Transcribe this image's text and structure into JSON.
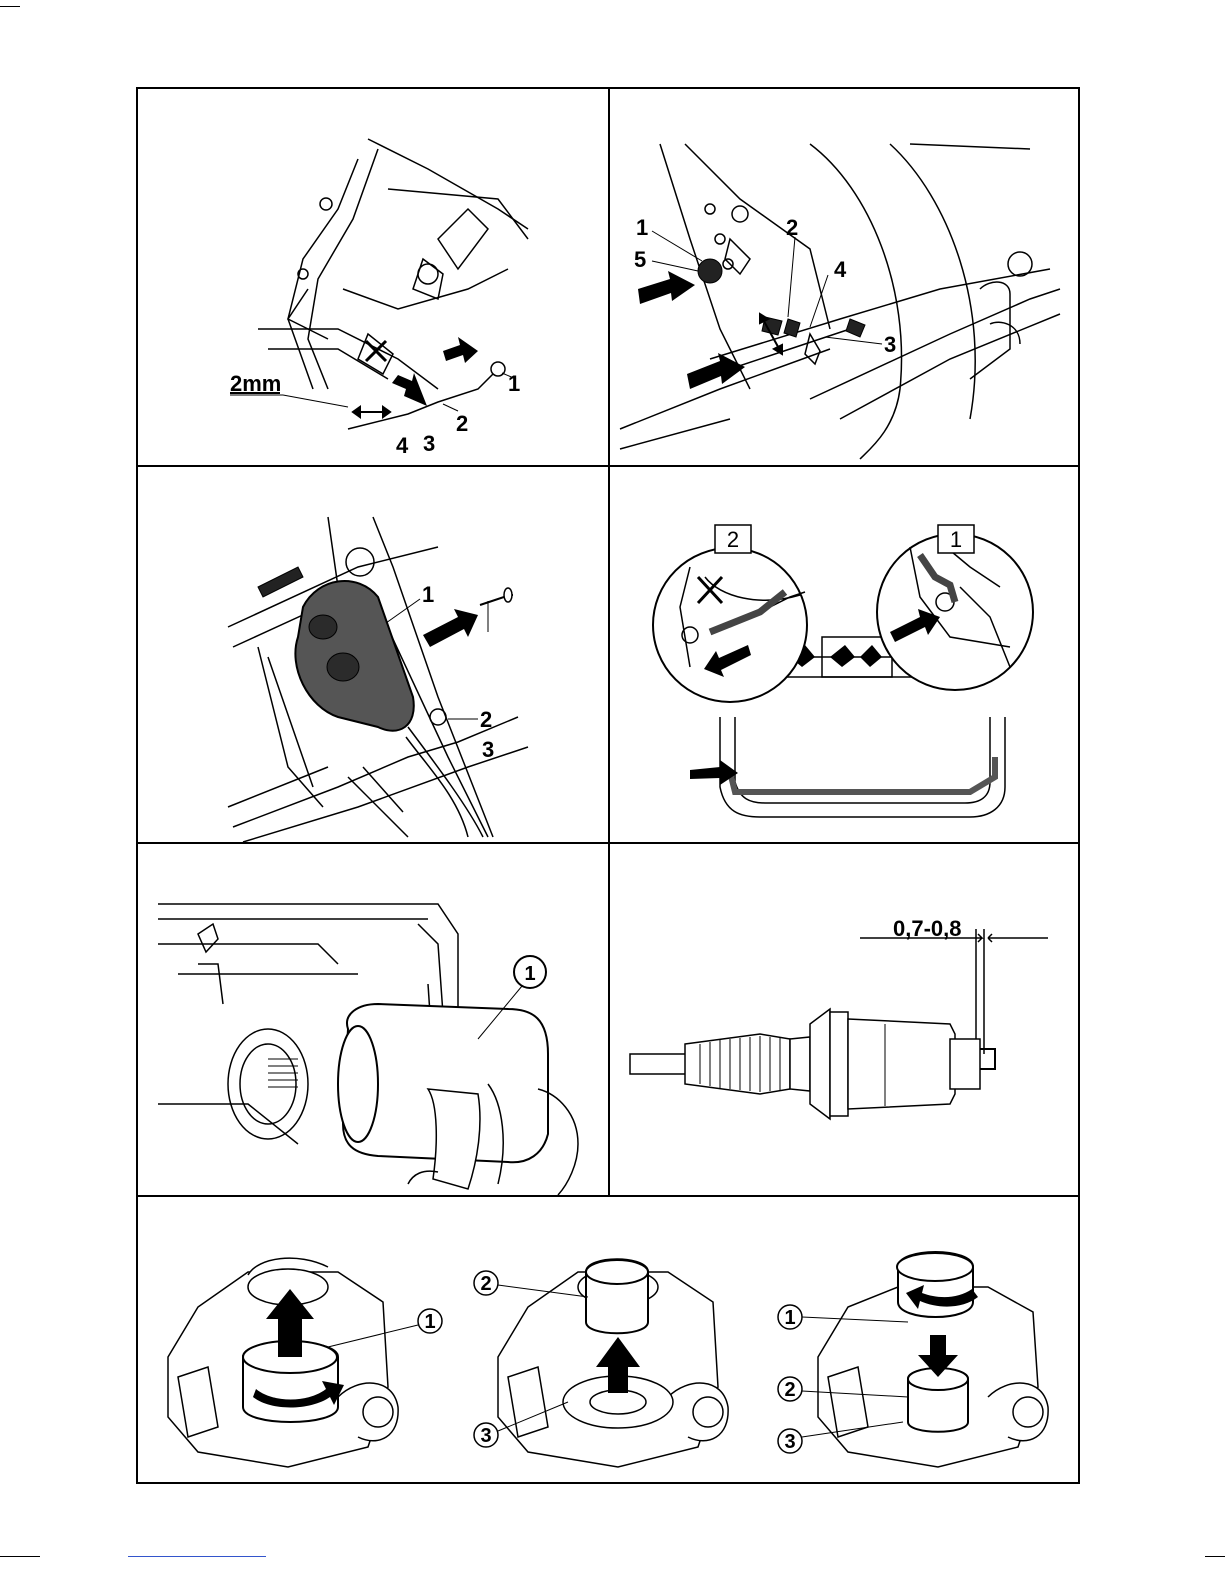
{
  "panel1": {
    "measure": "2mm",
    "labels": [
      "1",
      "2",
      "3",
      "4"
    ]
  },
  "panel2": {
    "labels": [
      "1",
      "2",
      "3",
      "4",
      "5"
    ]
  },
  "panel3": {
    "labels": [
      "1",
      "2",
      "3"
    ]
  },
  "panel4": {
    "labels": [
      "2",
      "1"
    ]
  },
  "panel5": {
    "labels": [
      "1"
    ]
  },
  "panel6": {
    "gap": "0,7-0,8"
  },
  "panel7": {
    "step1": [
      "1"
    ],
    "step2": [
      "2",
      "3"
    ],
    "step3": [
      "1",
      "2",
      "3"
    ]
  }
}
